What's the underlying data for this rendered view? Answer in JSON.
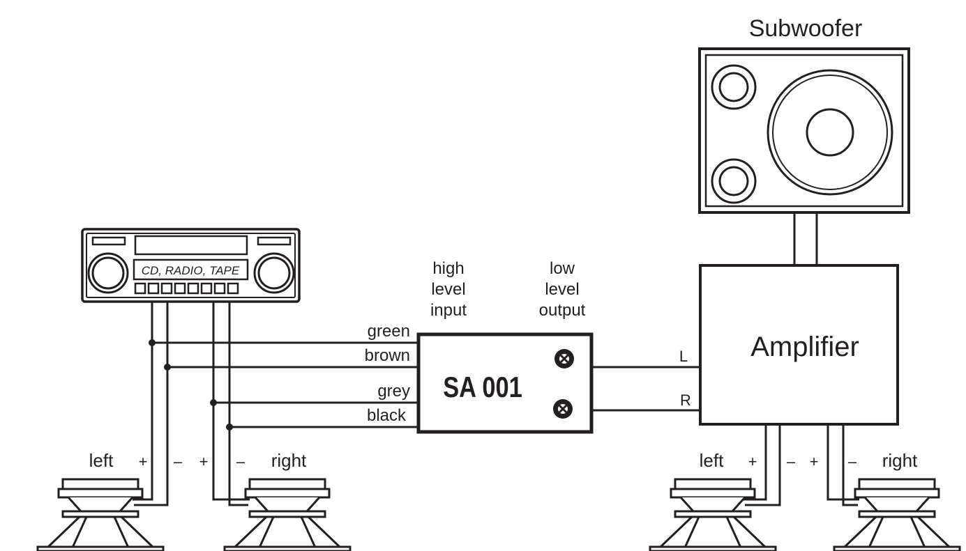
{
  "subwoofer": {
    "label": "Subwoofer"
  },
  "amplifier": {
    "label": "Amplifier",
    "input_left": "L",
    "input_right": "R"
  },
  "head_unit": {
    "display_text": "CD, RADIO, TAPE"
  },
  "converter": {
    "label": "SA 001",
    "input_heading": [
      "high",
      "level",
      "input"
    ],
    "output_heading": [
      "low",
      "level",
      "output"
    ]
  },
  "wires": [
    "green",
    "brown",
    "grey",
    "black"
  ],
  "speakers": {
    "head_unit_left": {
      "label": "left",
      "plus": "+",
      "minus": "–"
    },
    "head_unit_right": {
      "label": "right",
      "plus": "+",
      "minus": "–"
    },
    "amp_left": {
      "label": "left",
      "plus": "+",
      "minus": "–"
    },
    "amp_right": {
      "label": "right",
      "plus": "+",
      "minus": "–"
    }
  },
  "colors": {
    "ink": "#231f20",
    "background": "#ffffff"
  }
}
